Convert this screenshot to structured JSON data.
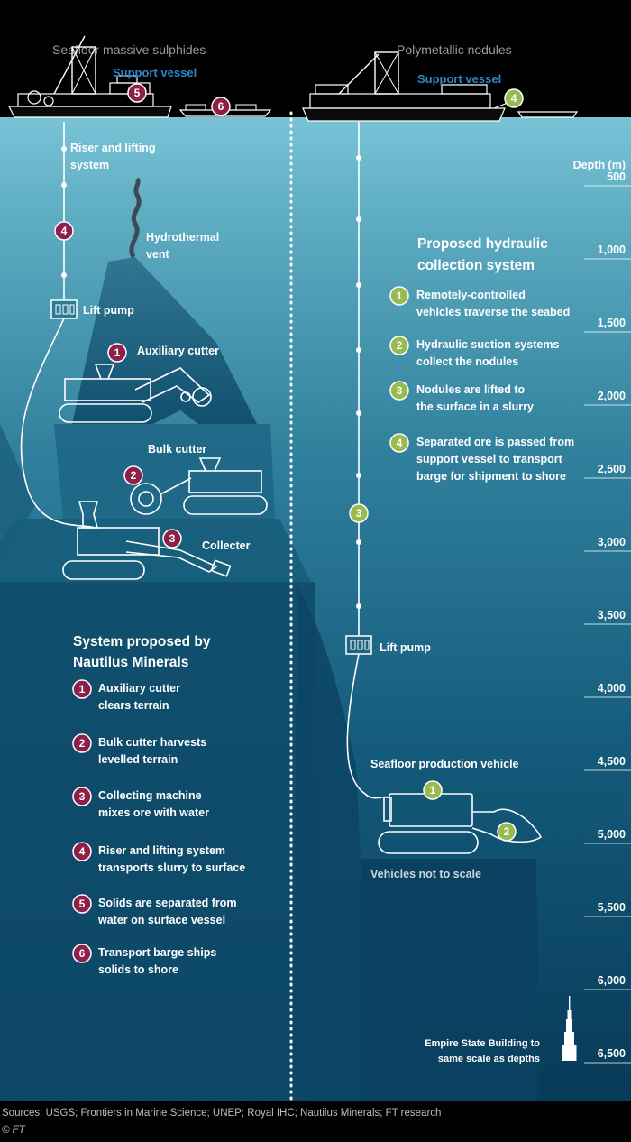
{
  "headers": {
    "left": "Seafloor massive sulphides",
    "right": "Polymetallic nodules"
  },
  "support_vessel_label": "Support vessel",
  "left_labels": {
    "riser_line1": "Riser and lifting",
    "riser_line2": "system",
    "vent_line1": "Hydrothermal",
    "vent_line2": "vent",
    "lift_pump": "Lift pump",
    "auxiliary_cutter": "Auxiliary cutter",
    "bulk_cutter": "Bulk cutter",
    "collecter": "Collecter"
  },
  "left_system": {
    "title_line1": "System proposed by",
    "title_line2": "Nautilus Minerals",
    "steps": [
      {
        "num": "1",
        "line1": "Auxiliary cutter",
        "line2": "clears terrain"
      },
      {
        "num": "2",
        "line1": "Bulk cutter harvests",
        "line2": "levelled terrain"
      },
      {
        "num": "3",
        "line1": "Collecting machine",
        "line2": "mixes ore with water"
      },
      {
        "num": "4",
        "line1": "Riser and lifting system",
        "line2": "transports slurry to surface"
      },
      {
        "num": "5",
        "line1": "Solids are separated from",
        "line2": "water on surface vessel"
      },
      {
        "num": "6",
        "line1": "Transport barge ships",
        "line2": "solids to shore"
      }
    ]
  },
  "right_system": {
    "title_line1": "Proposed hydraulic",
    "title_line2": "collection system",
    "steps": [
      {
        "num": "1",
        "line1": "Remotely-controlled",
        "line2": "vehicles traverse the seabed",
        "line3": ""
      },
      {
        "num": "2",
        "line1": "Hydraulic suction systems",
        "line2": "collect the nodules",
        "line3": ""
      },
      {
        "num": "3",
        "line1": "Nodules are lifted to",
        "line2": "the surface in a slurry",
        "line3": ""
      },
      {
        "num": "4",
        "line1": "Separated ore is passed from",
        "line2": "support vessel to transport",
        "line3": "barge for shipment to shore"
      }
    ],
    "lift_pump": "Lift pump",
    "vehicle_label": "Seafloor production vehicle",
    "scale_note": "Vehicles not to scale"
  },
  "markers": {
    "m1": "1",
    "m2": "2",
    "m3": "3",
    "m4": "4",
    "m5": "5",
    "m6": "6"
  },
  "depth_title": "Depth (m)",
  "depth_ticks": [
    "500",
    "1,000",
    "1,500",
    "2,000",
    "2,500",
    "3,000",
    "3,500",
    "4,000",
    "4,500",
    "5,000",
    "5,500",
    "6,000",
    "6,500"
  ],
  "empire": {
    "line1": "Empire State Building to",
    "line2": "same scale as depths"
  },
  "footer": {
    "sources": "Sources: USGS; Frontiers in Marine Science; UNEP; Royal IHC; Nautilus Minerals; FT research",
    "credit": "© FT"
  },
  "colors": {
    "marker_left": "#8e1f47",
    "marker_right": "#98ba4f",
    "vessel_label": "#2d86c8",
    "water_top": "#75c1d4",
    "water_bottom": "#083e5c"
  }
}
